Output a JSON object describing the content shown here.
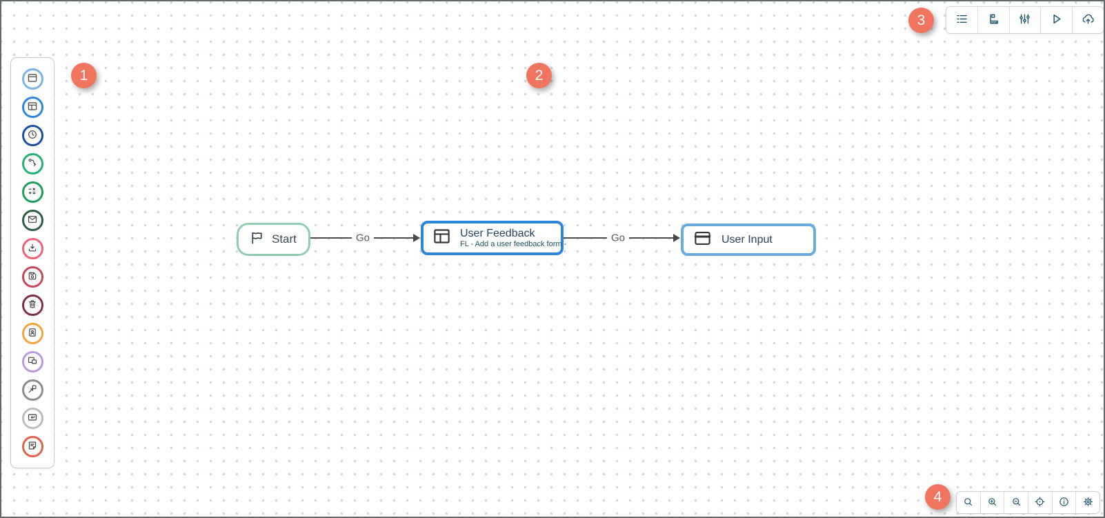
{
  "canvas": {
    "nodes": [
      {
        "title": "Start",
        "icon": "flag-icon",
        "border_color": "#92ccb0"
      },
      {
        "title": "User Feedback",
        "subtitle": "FL - Add a user feedback form -",
        "icon": "table-layout-icon",
        "border_color": "#2d86d8"
      },
      {
        "title": "User Input",
        "icon": "input-card-icon",
        "border_color": "#6aabdf"
      }
    ],
    "edges": [
      {
        "label": "Go",
        "from": "start",
        "to": "user-feedback"
      },
      {
        "label": "Go",
        "from": "user-feedback",
        "to": "user-input"
      }
    ],
    "dot_color": "#d7d7d7",
    "edge_color": "#4a4a4a"
  },
  "palette": {
    "items": [
      {
        "icon": "window-icon",
        "ring_color": "#7bb2e8"
      },
      {
        "icon": "table-layout-icon",
        "ring_color": "#2e86de"
      },
      {
        "icon": "clock-icon",
        "ring_color": "#1c4f9e"
      },
      {
        "icon": "waypoints-icon",
        "ring_color": "#23b273"
      },
      {
        "icon": "math-operations-icon",
        "ring_color": "#1f9e60"
      },
      {
        "icon": "envelope-icon",
        "ring_color": "#2e5c42"
      },
      {
        "icon": "download-icon",
        "ring_color": "#f2607a"
      },
      {
        "icon": "save-file-icon",
        "ring_color": "#c84760"
      },
      {
        "icon": "trash-icon",
        "ring_color": "#7d2f45"
      },
      {
        "icon": "contact-card-icon",
        "ring_color": "#f0a43e"
      },
      {
        "icon": "picture-in-picture-icon",
        "ring_color": "#b89bdc"
      },
      {
        "icon": "external-link-icon",
        "ring_color": "#8d8d8d"
      },
      {
        "icon": "enter-key-icon",
        "ring_color": "#bcbcbc"
      },
      {
        "icon": "note-icon",
        "ring_color": "#e2614c"
      }
    ]
  },
  "top_toolbar": {
    "icon_color": "#1f566b",
    "items": [
      {
        "icon": "list-icon"
      },
      {
        "icon": "board-ruler-icon"
      },
      {
        "icon": "sliders-icon"
      },
      {
        "icon": "play-icon"
      },
      {
        "icon": "cloud-upload-icon"
      }
    ]
  },
  "bottom_toolbar": {
    "icon_color": "#1f566b",
    "items": [
      {
        "icon": "search-icon"
      },
      {
        "icon": "zoom-in-icon"
      },
      {
        "icon": "zoom-out-icon"
      },
      {
        "icon": "focus-target-icon"
      },
      {
        "icon": "info-icon"
      },
      {
        "icon": "settings-gear-icon"
      }
    ]
  },
  "annotations": [
    {
      "label": "1"
    },
    {
      "label": "2"
    },
    {
      "label": "3"
    },
    {
      "label": "4"
    }
  ],
  "colors": {
    "annotation": "#f0745e"
  }
}
